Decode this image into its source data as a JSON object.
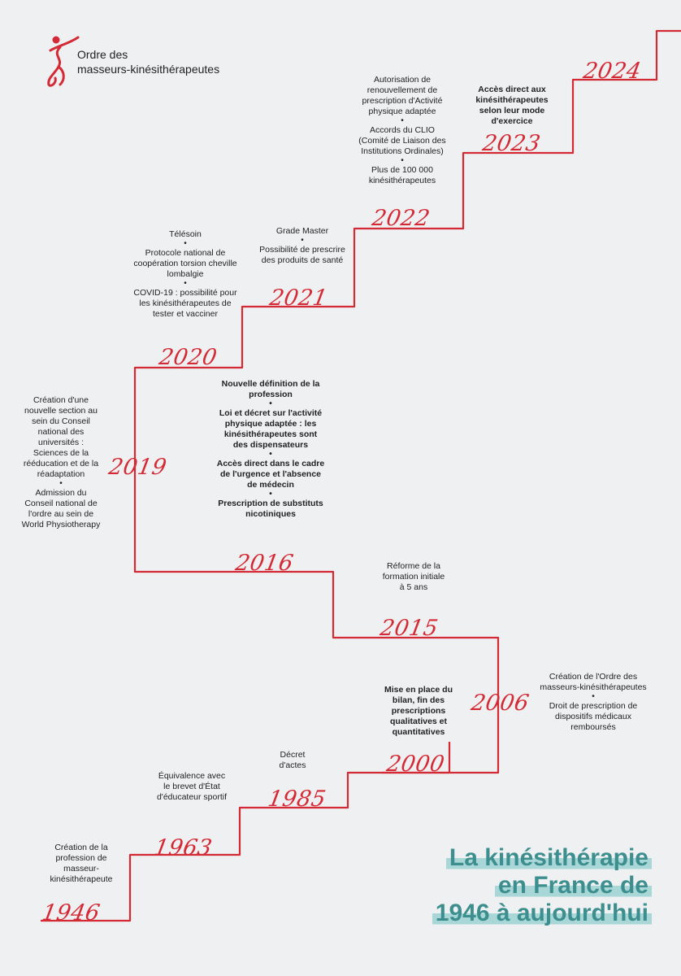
{
  "logo": {
    "line1": "Ordre des",
    "line2": "masseurs-kinésithérapeutes",
    "colors": {
      "red": "#d42a35"
    }
  },
  "title": {
    "lines": [
      "La kinésithérapie",
      "en France de",
      "1946 à aujourd'hui"
    ],
    "color": "#3d8f8f",
    "highlight": "#a9d7d8"
  },
  "timeline": [
    {
      "year": "1946",
      "items": [
        "Création de la profession de masseur-kinésithérapeute"
      ],
      "bold": false
    },
    {
      "year": "1963",
      "items": [
        "Équivalence avec le brevet d'État d'éducateur sportif"
      ],
      "bold": false
    },
    {
      "year": "1985",
      "items": [
        "Décret d'actes"
      ],
      "bold": false
    },
    {
      "year": "2000",
      "items": [
        "Mise en place du bilan, fin des prescriptions qualitatives et quantitatives"
      ],
      "bold": true
    },
    {
      "year": "2006",
      "items": [
        "Création de l'Ordre des masseurs-kinésithérapeutes",
        "Droit de prescription de dispositifs médicaux remboursés"
      ],
      "bold": false
    },
    {
      "year": "2015",
      "items": [
        "Réforme de la formation initiale à 5 ans"
      ],
      "bold": false
    },
    {
      "year": "2016",
      "items": [
        "Nouvelle définition de la profession",
        "Loi et décret sur l'activité physique adaptée : les kinésithérapeutes sont des dispensateurs",
        "Accès direct dans le cadre de l'urgence et l'absence de médecin",
        "Prescription de substituts nicotiniques"
      ],
      "bold": true
    },
    {
      "year": "2019",
      "items": [
        "Création d'une nouvelle section au sein du Conseil national des universités : Sciences de la rééducation et de la réadaptation",
        "Admission du Conseil national de l'ordre au sein de World Physiotherapy"
      ],
      "bold": false
    },
    {
      "year": "2020",
      "items": [
        "Télésoin",
        "Protocole national de coopération torsion cheville lombalgie",
        "COVID-19 : possibilité pour les kinésithérapeutes de tester et vacciner"
      ],
      "bold": false
    },
    {
      "year": "2021",
      "items": [
        "Grade Master",
        "Possibilité de prescrire des produits de santé"
      ],
      "bold": false
    },
    {
      "year": "2022",
      "items": [
        "Autorisation de renouvellement de prescription d'Activité physique adaptée",
        "Accords du CLIO (Comité de Liaison des Institutions Ordinales)",
        "Plus de 100 000 kinésithérapeutes"
      ],
      "bold": false
    },
    {
      "year": "2023",
      "items": [
        "Accès direct aux kinésithérapeutes selon leur mode d'exercice"
      ],
      "bold": true
    },
    {
      "year": "2024",
      "items": [],
      "bold": false
    }
  ]
}
